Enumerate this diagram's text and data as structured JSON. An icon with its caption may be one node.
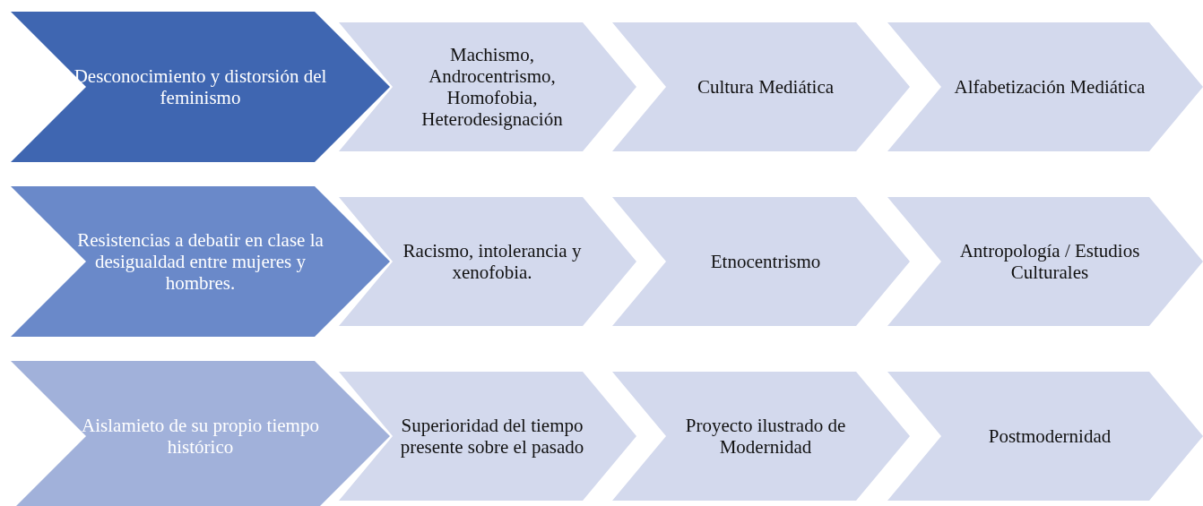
{
  "diagram": {
    "nodes": [
      {
        "text": [
          "Desconocimiento y distorsión del feminismo"
        ]
      },
      {
        "text": [
          "Machismo, Androcentrismo, Homofobia, Heterodesignación"
        ]
      },
      {
        "text": [
          "Cultura Mediática"
        ]
      },
      {
        "text": [
          "Alfabetización Mediática"
        ]
      },
      {
        "text": [
          "Resistencias a debatir en clase la desigualdad entre mujeres y hombres."
        ]
      },
      {
        "text": [
          "Racismo, intolerancia y xenofobia."
        ]
      },
      {
        "text": [
          "Etnocentrismo"
        ]
      },
      {
        "text": [
          "Antropología / Estudios Culturales"
        ]
      },
      {
        "text": [
          "Aislamieto de su propio tiempo histórico"
        ]
      },
      {
        "text": [
          "Superioridad del tiempo presente sobre el pasado"
        ]
      },
      {
        "text": [
          "Proyecto ilustrado de Modernidad"
        ]
      },
      {
        "text": [
          "Postmodernidad"
        ]
      }
    ]
  }
}
